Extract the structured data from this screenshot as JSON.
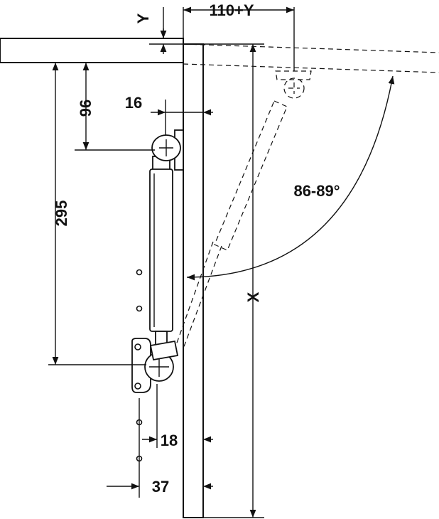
{
  "diagram": {
    "labels": {
      "y_offset": "Y",
      "horizontal_offset": "110+Y",
      "height_96": "96",
      "height_295": "295",
      "width_16": "16",
      "thickness_18": "18",
      "distance_37": "37",
      "height_x": "X",
      "angle": "86-89°"
    },
    "colors": {
      "stroke": "#111111",
      "background": "#ffffff"
    }
  }
}
